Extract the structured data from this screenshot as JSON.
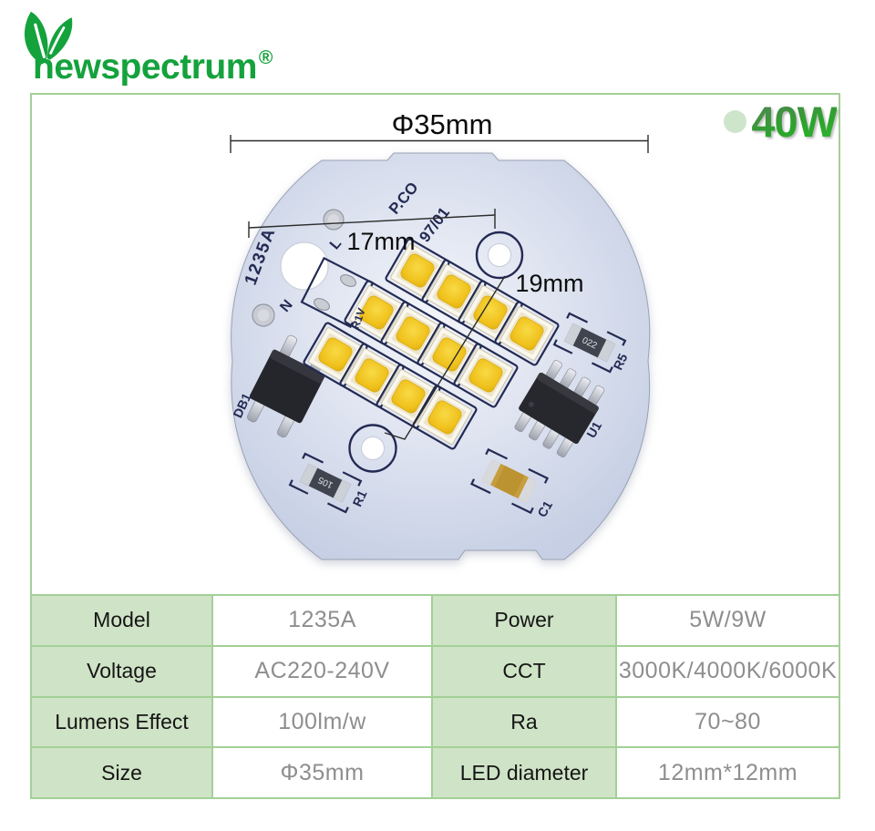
{
  "brand": {
    "wordmark": "newspectrum",
    "registered_mark": "®"
  },
  "badge": {
    "wattage": "40W"
  },
  "figure": {
    "dim_diameter": "Φ35mm",
    "dim_pitch": "17mm",
    "dim_span": "19mm",
    "silkscreen": {
      "board_model": "1235A",
      "pco": "P.CO",
      "batch": "97/01",
      "live": "L",
      "neutral": "N",
      "rv": "R1V",
      "db1": "DB1",
      "r1": "R1",
      "r1_code": "105",
      "r5": "R5",
      "r5_code": "022",
      "u1": "U1",
      "c1": "C1"
    }
  },
  "table": {
    "rows": [
      [
        "Model",
        "1235A",
        "Power",
        "5W/9W"
      ],
      [
        "Voltage",
        "AC220-240V",
        "CCT",
        "3000K/4000K/6000K"
      ],
      [
        "Lumens Effect",
        "100lm/w",
        "Ra",
        "70~80"
      ],
      [
        "Size",
        "Φ35mm",
        "LED diameter",
        "12mm*12mm"
      ]
    ]
  },
  "colors": {
    "accent_green": "#14a23c",
    "border_green": "#a3d096",
    "cell_green": "#cfe3c6",
    "value_gray": "#8e8e8e",
    "led_yellow": "#f0c11c",
    "board_blue": "#c6cfe4",
    "silkscreen_navy": "#232a52",
    "wattage_dot": "#cde5cb"
  }
}
